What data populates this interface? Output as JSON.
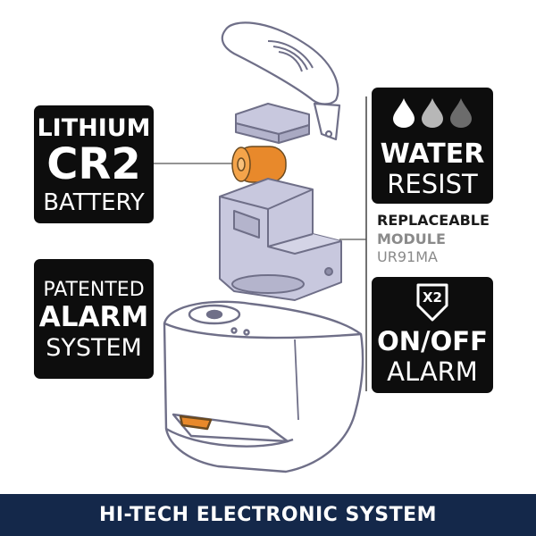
{
  "battery": {
    "line1": "LITHIUM",
    "line2": "CR2",
    "line3": "BATTERY"
  },
  "alarm": {
    "line1": "PATENTED",
    "line2": "ALARM",
    "line3": "SYSTEM"
  },
  "water": {
    "line1": "WATER",
    "line2": "RESIST",
    "icon": "water-drops-icon"
  },
  "module": {
    "line1": "REPLACEABLE",
    "line2": "MODULE",
    "line3": "UR91MA"
  },
  "onoff": {
    "x2": "X2",
    "line1": "ON/OFF",
    "line2": "ALARM",
    "icon": "double-press-arrow-icon"
  },
  "footer": {
    "label": "HI-TECH ELECTRONIC SYSTEM"
  },
  "colors": {
    "badge": "#0d0d0d",
    "footer": "#14284a",
    "accent": "#e8892b",
    "drawing": "#7a7a90",
    "grey_text": "#8a8a8a"
  }
}
